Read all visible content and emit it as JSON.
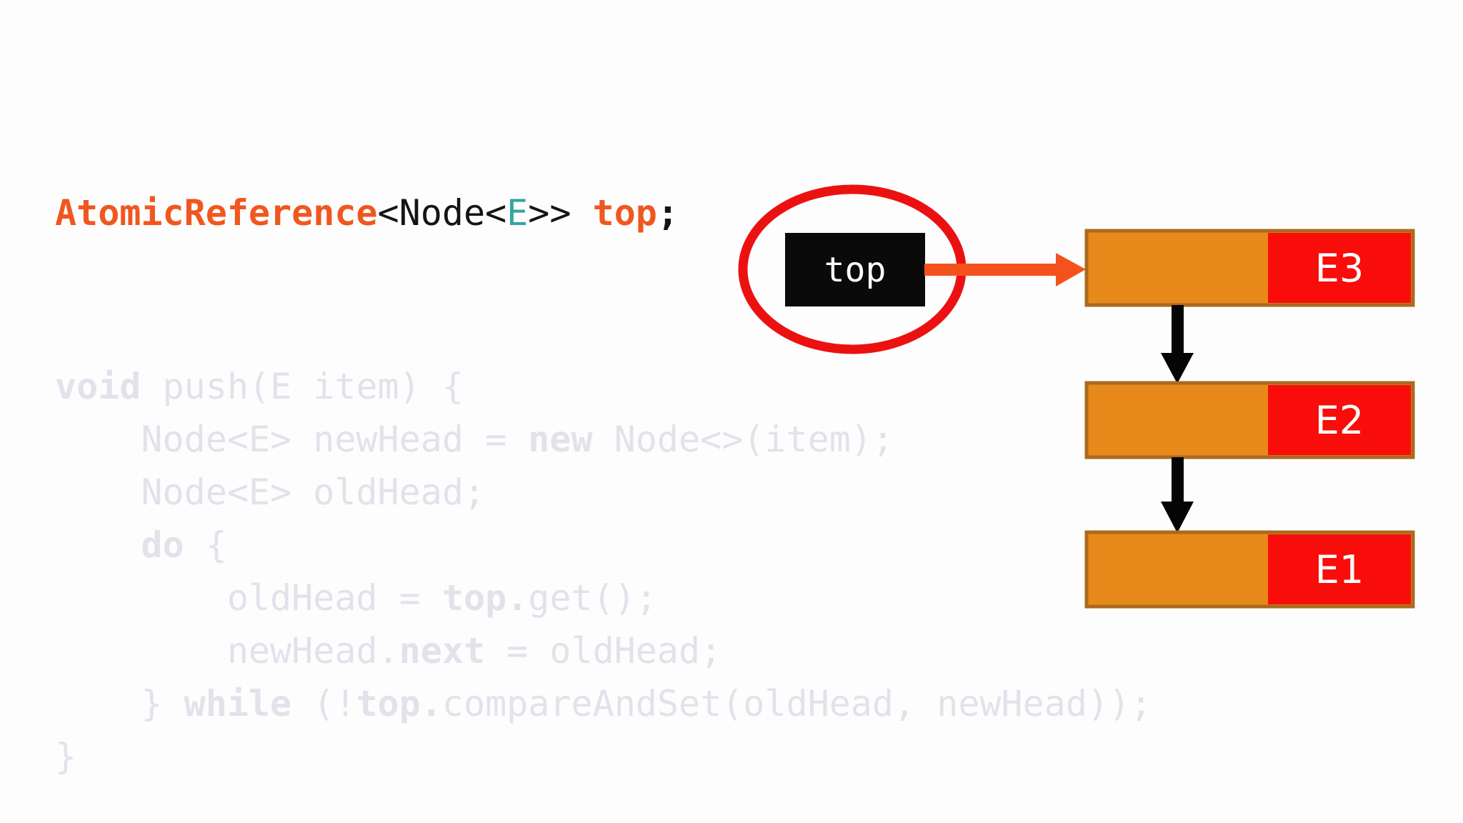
{
  "title": {
    "segments": [
      {
        "text": "AtomicReference",
        "style": "orange-bold"
      },
      {
        "text": "<Node<",
        "style": "plain"
      },
      {
        "text": "E",
        "style": "teal"
      },
      {
        "text": ">> ",
        "style": "plain"
      },
      {
        "text": "top",
        "style": "orange-bold"
      },
      {
        "text": ";",
        "style": "plain-bold"
      }
    ]
  },
  "code": {
    "lines": [
      [
        {
          "text": "void",
          "bold": true
        },
        {
          "text": " push(E item) {"
        }
      ],
      [
        {
          "text": "    Node<E> newHead = "
        },
        {
          "text": "new",
          "bold": true
        },
        {
          "text": " Node<>(item);"
        }
      ],
      [
        {
          "text": "    Node<E> oldHead;"
        }
      ],
      [
        {
          "text": "    "
        },
        {
          "text": "do",
          "bold": true
        },
        {
          "text": " {"
        }
      ],
      [
        {
          "text": "        oldHead = "
        },
        {
          "text": "top.",
          "bold": true
        },
        {
          "text": "get();"
        }
      ],
      [
        {
          "text": "        newHead."
        },
        {
          "text": "next",
          "bold": true
        },
        {
          "text": " = oldHead;"
        }
      ],
      [
        {
          "text": "    } "
        },
        {
          "text": "while",
          "bold": true
        },
        {
          "text": " (!"
        },
        {
          "text": "top.",
          "bold": true
        },
        {
          "text": "compareAndSet(oldHead, newHead));"
        }
      ],
      [
        {
          "text": "}"
        }
      ]
    ]
  },
  "diagram": {
    "pointer_label": "top",
    "nodes": [
      {
        "label": "E3"
      },
      {
        "label": "E2"
      },
      {
        "label": "E1"
      }
    ]
  },
  "colors": {
    "title_orange": "#F0571F",
    "title_teal": "#36A5A0",
    "code_faded": "#E2E2EB",
    "node_orange": "#E8891B",
    "node_border": "#AA6A1E",
    "node_red": "#F90D0A",
    "ellipse_red": "#EC1111",
    "arrow_orange": "#F4521C",
    "pointer_black": "#0A0A0A",
    "background": "#FDFDFE"
  }
}
